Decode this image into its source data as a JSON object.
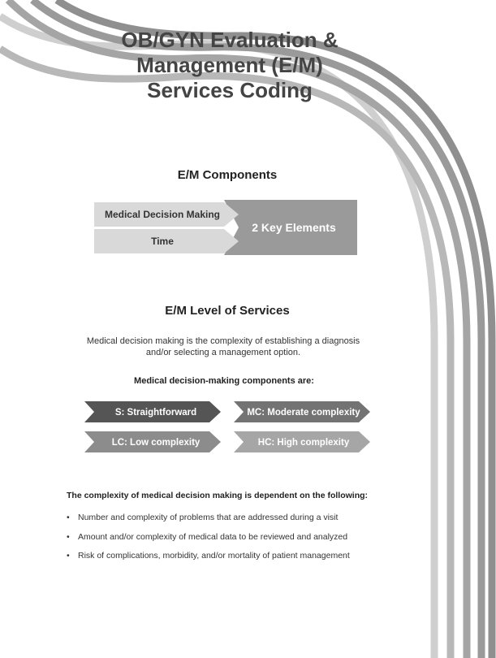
{
  "title": {
    "line1": "OB/GYN Evaluation &",
    "line2": "Management (E/M)",
    "line3": "Services Coding"
  },
  "components": {
    "heading": "E/M Components",
    "items": [
      "Medical Decision Making",
      "Time"
    ],
    "result": "2 Key Elements"
  },
  "levels": {
    "heading": "E/M Level of Services",
    "description_line1": "Medical decision making is the complexity of establishing a diagnosis",
    "description_line2": "and/or selecting a management option.",
    "subheading": "Medical decision-making components are:",
    "items": [
      "S: Straightforward",
      "MC: Moderate complexity",
      "LC: Low complexity",
      "HC: High complexity"
    ]
  },
  "dependency": {
    "heading": "The complexity of medical decision making is dependent on the following:",
    "bullet": "•",
    "items": [
      "Number and complexity of problems that are addressed during a visit",
      "Amount and/or complexity of medical data to be reviewed and analyzed",
      "Risk of complications, morbidity, and/or mortality of patient management"
    ]
  },
  "colors": {
    "light_chevron": "#d9d9d9",
    "result_block": "#9a9a9a",
    "dark_chevron": "#555555",
    "mid_chevron": "#737373",
    "gray_chevron": "#8c8c8c",
    "light_gray_chevron": "#a6a6a6",
    "arc_outer": "#c8c8c8",
    "arc_inner": "#9e9e9e"
  }
}
